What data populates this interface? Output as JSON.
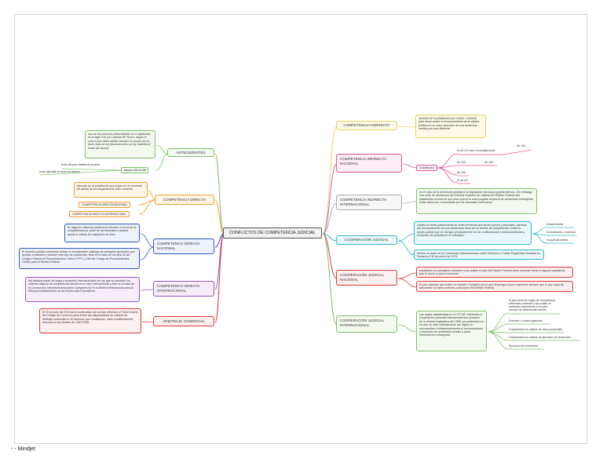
{
  "root": {
    "label": "CONFLICTOS DE COMPETENCIA JUDICIAL"
  },
  "footer": {
    "label": "- - Mindjet"
  },
  "colors": {
    "green": "#7ec06a",
    "orange": "#f0a030",
    "blue": "#2e57c6",
    "purple": "#9a55c0",
    "red": "#d83a3a",
    "yellow": "#e6d35a",
    "pink": "#e0569a",
    "teal": "#30b5c8",
    "grey": "#555555"
  },
  "left": {
    "antecedentes": {
      "label": "ANTECEDENTES",
      "note": "uno de los primeros antecedentes es el planteado en el siglo XIX por Carolus DE Tocco, según el cual el juez debe aplicar siempre su propia ley es decir, todo su ley procesal como su ley material al fondo del asunto",
      "leaf_a": "Jacobus BALDUINI",
      "leaf_b": "la ley del juez relativa al proceso",
      "leaf_c": "la ley aplicable al fondo del asunto"
    },
    "directa": {
      "label": "COMPETENCIA DIRECTA",
      "note": "ejercicio de la jurisdicción por el juez en el momento de aplicar la norma general al caso concreto.",
      "sub_a": "COMPETENCIA DIRECTA NACIONAL",
      "sub_b": "COMPETENCIA DIRECTA INTERNACIONAL"
    },
    "directa_nac": {
      "label": "COMPETENCIA DIRECTA NACIONAL",
      "note_a": "En algunos sistemas jurídicos la decisión a cerca de la competencia por parte de los tribunales a jueces queda a criterio de cualquiera de ellos",
      "note_b": "El derecho positivo mexicano brinda un considerable catálogo de principios generales que ayudan a plantear y resolver este tipo de problemas. Este es el caso de los arts 24 del Código Federal de Procedimientos Civiles CFPC y 156 del Código de Procedimientos Civiles para el Distrito Federal"
    },
    "directa_int": {
      "label": "COMPETENCIA DIRECTA INTERNACIONAL",
      "note": "los estados tratan de llegar a acuerdos internacionales en los que se precisen los criterios básicos de competencia directa en el nivel internacional y éste es el caso de la Convención Interamericana sobre Competencia en la Esfera Internacional para la Eficacia Extraterritorial de las Sentencias Extranjeras."
    },
    "arbitraje": {
      "label": "ARBITRAJE COMERCIAL",
      "note": "El 22 de julio del 993 fueron publicadas las nuevas reformas al Título Cuarto del Código de Comercio para incluir las disposiciones en materia de arbitraje comercial en 49 artículos que constituyen, salvo modificaciones menores,la ley Modelo de UNCITRAL"
    }
  },
  "right": {
    "indirecta": {
      "label": "COMPETENCIA INDIRECTA",
      "note": "ejercicio de la jurisdicción por el juez o tribunal para llevar acabo el reconocimiento de la validez jurídica en su caso ejecución de una sentencia emitida por juez diferente"
    },
    "indirecta_nac": {
      "label": "COMPETENCIA INDIRECTA NACIONAL",
      "constitucion": "Constitución",
      "art121": "El art 121 fracc III constitucional",
      "art104": "Art 104",
      "art103": "Art 103",
      "art105": "Art 105",
      "art106": "Art 106",
      "art107": "El art 107"
    },
    "indirecta_int": {
      "label": "COMPETENCIA INDIRECTA INTERNACIONAL",
      "note": "en el caso de la sentencia extranjera la legislación mexicana guarda silencio. Sin embargo una serie de decisiones del Tribunal Superior de Justicia del Distrito Federal han establecido la tesis de que para operar la cosa juzgada respecto de sentencias extranjeras éstas deben ser reconocidas por los tribunales mexicanos."
    },
    "cooperacion": {
      "label": "COOPERACIÓN JUDICIAL",
      "note_a": "Debido al límite jurisdiccional de orden territorial que tienen jueces y tribunales, además del reconocimiento de sus sentencias fuera de su ámbito de competencia, existe la ayuda judicial que se otorgan principalmente en las notificaciones y emplazamientos y recepción de pruebas en el extranjero",
      "leaf_a": "Extraterritorial",
      "leaf_b": "Exhortatorias o comisión",
      "leaf_c": "Via judicial directa",
      "note_b": "México es parte de la Convención Interamericana sobre Exhortos o Cartas Rogatorias firmadas en Panamá el 30 de enero de 1975."
    },
    "cooperacion_nac": {
      "label": "COOPERACIÓN JUDICIAL NACIONAL",
      "note_a": "establecen los principios conforme a los cuales el juez del Distrito Federal debe proceder frente a alguna requisitoria que le envíe un juez exhortante",
      "note_b": "El juez ejecutor que recibe un exhorto. Cumplirá con lo que disponga el juez requirente siempre que lo que haya de ejecutarse no fuere contrario a las leyes del Distrito Federal."
    },
    "cooperacion_int": {
      "label": "COOPERACIÓN JUDICIAL INTERNACIONAL",
      "note": "Las reglas establecidas en el CFCDF referentes a cooperación procesal internacional son producto de la reforma legislativa del 1988, ya contenidas en el caso de este ordenamiento las reglas se circunscriben fundamentalmente al reconocimiento y ejecución de sentencias locales y otras resoluciones extranjeras.",
      "leaf_a": "El juez tiene las reglas de competencia referentes conforme a las cuales no declarado competente a los para conocer de determinado asunto",
      "leaf_b": "Exhortos o cartas rogatorias",
      "leaf_c": "Competencia en materia de actos procesales",
      "leaf_d": "Competencia en materia de ejecución de sentencias",
      "leaf_e": "Ejecución de sentencias"
    }
  }
}
